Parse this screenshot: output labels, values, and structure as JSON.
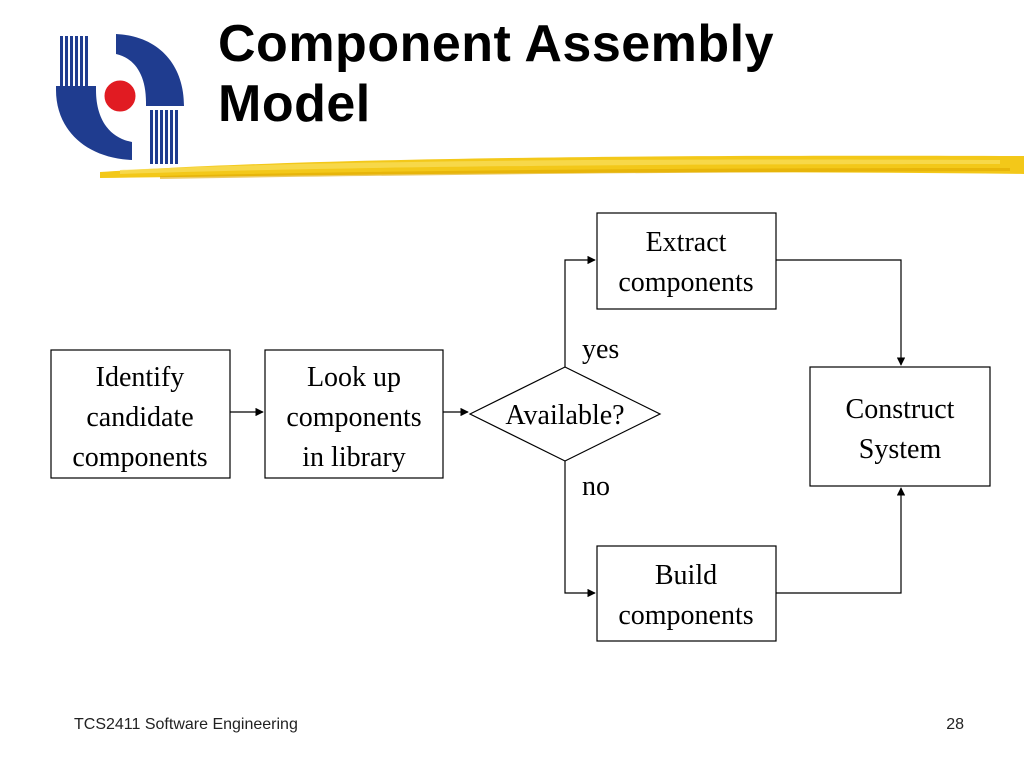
{
  "slide": {
    "title_line1": "Component Assembly",
    "title_line2": "Model",
    "footer_text": "TCS2411 Software Engineering",
    "page_number": "28"
  },
  "diagram": {
    "nodes": {
      "identify": [
        "Identify",
        "candidate",
        "components"
      ],
      "lookup": [
        "Look up",
        "components",
        "in library"
      ],
      "decision": [
        "Available?"
      ],
      "extract": [
        "Extract",
        "components"
      ],
      "build": [
        "Build",
        "components"
      ],
      "construct": [
        "Construct",
        "System"
      ]
    },
    "edge_labels": {
      "yes": "yes",
      "no": "no"
    }
  },
  "colors": {
    "logo_blue": "#1f3c8f",
    "logo_red": "#e11b22",
    "accent_yellow": "#f2c200",
    "line": "#000000"
  }
}
